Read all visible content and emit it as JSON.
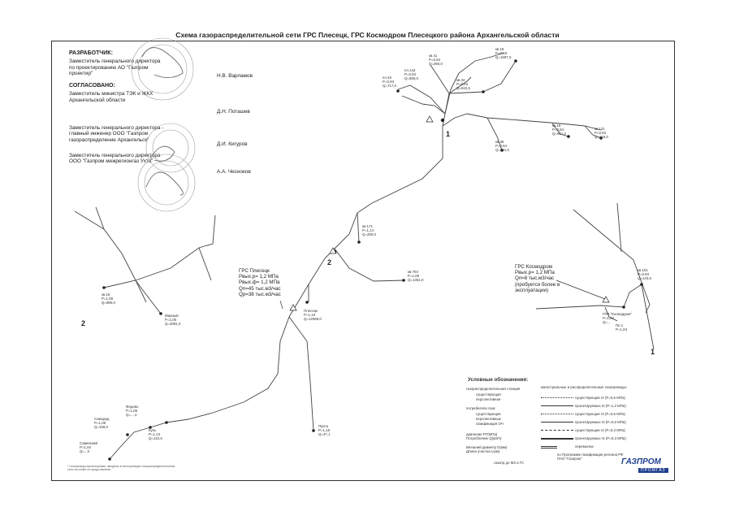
{
  "title": "Схема газораспределительной сети ГРС Плесецк, ГРС Космодром Плесецкого района Архангельской области",
  "approvals": {
    "developer_head": "РАЗРАБОТЧИК:",
    "developer_text": "Заместитель генерального директора по проектированию АО \"Газпром проектир\"",
    "developer_sig": "Н.В. Варламов",
    "agreed_head": "СОГЛАСОВАНО:",
    "agreed1_text": "Заместитель министра ТЭК и ЖКХ Архангельской области",
    "agreed1_sig": "Д.Н. Поташев",
    "agreed2_text": "Заместитель генерального директора - главный инженер ООО \"Газпром газораспределение Архангельск\"",
    "agreed2_sig": "Д.И. Кигуров",
    "agreed3_text": "Заместитель генерального директора ООО \"Газпром межрегионгаз Ухта\"",
    "agreed3_sig": "А.А. Чесноков"
  },
  "stations": {
    "grs_plesetsk": "ГРС Плесецк\nРвых.р= 1,2 МПа\nРвых.ф= 1,2 МПа\nQп=45 тыс.м3/час\nQр=38 тыс.м3/час",
    "grs_kosmodrom": "ГРС Космодром\nРвых.р= 1,2 МПа\nQп=8 тыс.м3/час\n(пробуется более в\nэксплуатации)",
    "grp_kosmodrom": "ГРП \"Космодром\"\nР=1,04\nQ=..."
  },
  "zones": [
    "1",
    "2",
    "2",
    "1"
  ],
  "nodes": [
    {
      "id": "n1",
      "text": "кв.41\nР=0,94\nQ=390,0"
    },
    {
      "id": "n2",
      "text": "пл.40\nР=0,93\nQ=717,0"
    },
    {
      "id": "n3",
      "text": "кв.34\nР=0,93\nQ=942,5"
    },
    {
      "id": "n4",
      "text": "пл.142\nР=0,94\nQ=556,0"
    },
    {
      "id": "n5",
      "text": "кв.18\nР=0,93\nQ=1597,0"
    },
    {
      "id": "n6",
      "text": "кв.38\nР=0,94\nQ=281,0"
    },
    {
      "id": "n7",
      "text": "кв.18\nР=0,94\nQ=661,0"
    },
    {
      "id": "n8",
      "text": "кв.121\nР=0,93\nQ=218,0"
    },
    {
      "id": "n9",
      "text": "кв.171\nР=1,14\nQ=280,0"
    },
    {
      "id": "n10",
      "text": "кв.703\nР=1,08\nQ=1361,0"
    },
    {
      "id": "n11",
      "text": "Плесецк\nР=1,19\nQ=12068,0"
    },
    {
      "id": "n12",
      "text": "кв.16\nР=1,08\nQ=980,0"
    },
    {
      "id": "n13",
      "text": "Мирный\nР=1,05\nQ=2081,0"
    },
    {
      "id": "n14",
      "text": "Пукса\nР=1,18\nQ=47,1"
    },
    {
      "id": "n15",
      "text": "Федово\nР=1,06\nQ=...,4"
    },
    {
      "id": "n16",
      "text": "Кукъ\nР=1,13\nQ=122,0"
    },
    {
      "id": "n17",
      "text": "Самодед\nР=1,08\nQ=158,0"
    },
    {
      "id": "n18",
      "text": "Савинский\nР=1,04\nQ=...0"
    },
    {
      "id": "n19",
      "text": "кв.101\nР=0,94\nQ=143,6"
    },
    {
      "id": "n20",
      "text": "Пн 1\nР=1,04"
    }
  ],
  "legend": {
    "title": "Условные обозначения:",
    "left": [
      "газораспределительная станция",
      "существующая",
      "перспективная",
      "потребители газа:",
      "существующие",
      "перспективные",
      "газификация ОЧ",
      "давление РГ(МПа)",
      "Потребление Q(м3/ч)",
      "Внешний диаметр D(мм)",
      "Длина участка L(км)"
    ],
    "right": [
      "магистральные и распределительные газопроводы:",
      "существующие I2 (Р=0,6 МПа)",
      "проектируемые I2 (Р=1,2 МПа)",
      "существующие I3 (Р=0,6 МПа)",
      "проектируемые I3 (Р=0,6 МПа)",
      "существующие I4 (Р=0,3 МПа)",
      "проектируемые I4 (Р=0,3 МПа)",
      "перемычка",
      "по Программе газификации региона РФ ПАО \"Газпром\""
    ],
    "bottom": "газопр.до МЗ и ГС"
  },
  "logo": {
    "name": "ГАЗПРОМ",
    "sub": "ПРОМГАЗ"
  },
  "footnote": "* Газопровод спроектирован, введены в эксплуатацию газораспределительные сети на схеме не представлены"
}
